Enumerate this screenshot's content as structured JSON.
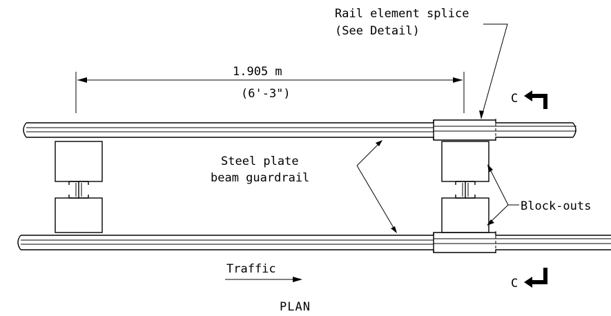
{
  "labels": {
    "splice_line1": "Rail element splice",
    "splice_line2": "(See Detail)",
    "dim_metric": "1.905 m",
    "dim_imperial": "(6'-3\")",
    "section_top": "C",
    "section_bottom": "C",
    "guardrail_line1": "Steel plate",
    "guardrail_line2": "beam guardrail",
    "blockouts": "Block-outs",
    "traffic": "Traffic",
    "view_title": "PLAN"
  },
  "colors": {
    "ink": "#000000",
    "paper": "#ffffff"
  },
  "icons": [
    "section-arrow-up-icon",
    "section-arrow-down-icon",
    "traffic-arrow-icon"
  ]
}
